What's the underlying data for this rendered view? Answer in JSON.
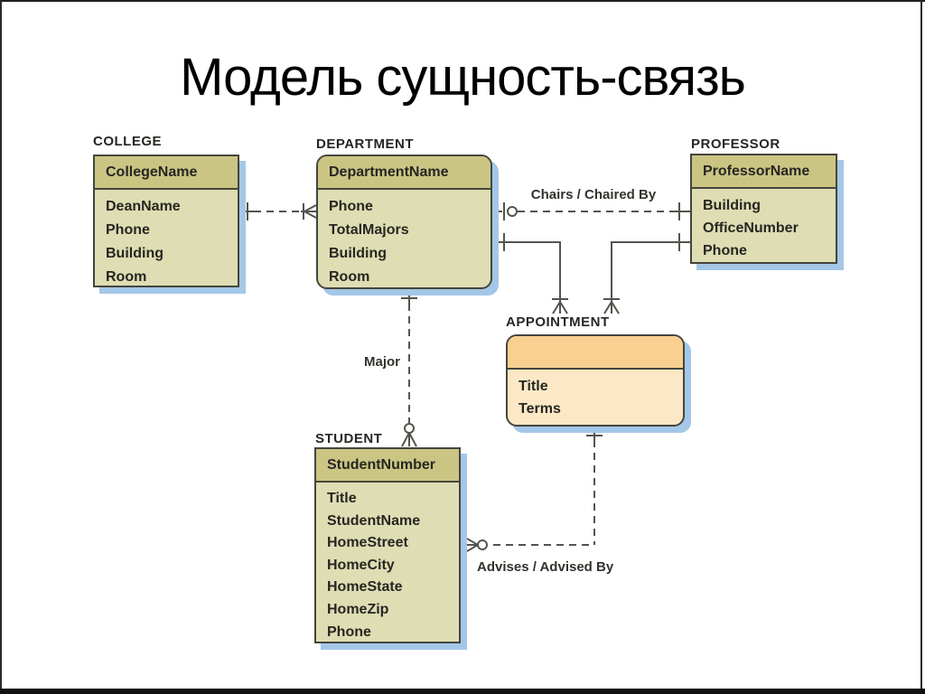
{
  "title": "Модель сущность-связь",
  "diagram": {
    "entities": [
      {
        "name": "college",
        "label": "COLLEGE",
        "key": "CollegeName",
        "attributes": [
          "DeanName",
          "Phone",
          "Building",
          "Room"
        ],
        "shape": "square-corners",
        "color_header": "#cbc584",
        "color_body": "#deddb3"
      },
      {
        "name": "department",
        "label": "DEPARTMENT",
        "key": "DepartmentName",
        "attributes": [
          "Phone",
          "TotalMajors",
          "Building",
          "Room"
        ],
        "shape": "rounded-corners",
        "color_header": "#cbc584",
        "color_body": "#deddb3"
      },
      {
        "name": "professor",
        "label": "PROFESSOR",
        "key": "ProfessorName",
        "attributes": [
          "Building",
          "OfficeNumber",
          "Phone"
        ],
        "shape": "square-corners",
        "color_header": "#cbc584",
        "color_body": "#deddb3"
      },
      {
        "name": "appointment",
        "label": "APPOINTMENT",
        "key": "",
        "attributes": [
          "Title",
          "Terms"
        ],
        "shape": "rounded-corners",
        "color_header": "#fad091",
        "color_body": "#fce8c6"
      },
      {
        "name": "student",
        "label": "STUDENT",
        "key": "StudentNumber",
        "attributes": [
          "Title",
          "StudentName",
          "HomeStreet",
          "HomeCity",
          "HomeState",
          "HomeZip",
          "Phone"
        ],
        "shape": "square-corners",
        "color_header": "#cbc584",
        "color_body": "#deddb3"
      }
    ],
    "relationships": [
      {
        "name": "college-department",
        "from": "COLLEGE",
        "to": "DEPARTMENT",
        "line": "dashed",
        "from_cardinality": "one (bar)",
        "to_cardinality": "one-to-many (bar + crow's foot)"
      },
      {
        "name": "chairs",
        "label": "Chairs / Chaired By",
        "from": "DEPARTMENT",
        "to": "PROFESSOR",
        "line": "dashed",
        "from_cardinality": "zero-or-one (bar + circle)",
        "to_cardinality": "one (bar)"
      },
      {
        "name": "department-appointment",
        "from": "DEPARTMENT",
        "to": "APPOINTMENT",
        "line": "solid",
        "from_cardinality": "one (bar)",
        "to_cardinality": "one-to-many (bar + crow's foot)"
      },
      {
        "name": "professor-appointment",
        "from": "PROFESSOR",
        "to": "APPOINTMENT",
        "line": "solid",
        "from_cardinality": "one (bar)",
        "to_cardinality": "one-to-many (bar + crow's foot)"
      },
      {
        "name": "major",
        "label": "Major",
        "from": "DEPARTMENT",
        "to": "STUDENT",
        "line": "dashed",
        "from_cardinality": "one (bar)",
        "to_cardinality": "zero-to-many (circle + crow's foot)"
      },
      {
        "name": "advises",
        "label": "Advises / Advised By",
        "from": "APPOINTMENT",
        "to": "STUDENT",
        "line": "dashed",
        "from_cardinality": "one (bar)",
        "to_cardinality": "zero-to-many (circle + crow's foot)"
      }
    ],
    "colors": {
      "entity_border": "#45453d",
      "entity_shadow": "#a4c7e7",
      "connector": "#54544e",
      "text": "#262622",
      "title_text": "#000000",
      "background": "#ffffff"
    }
  }
}
